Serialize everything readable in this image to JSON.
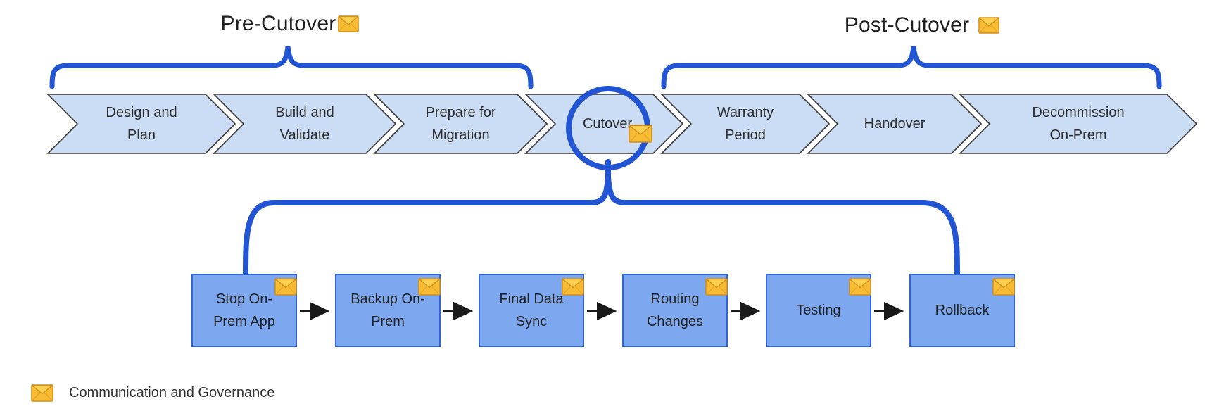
{
  "titles": {
    "pre": "Pre-Cutover",
    "post": "Post-Cutover",
    "pre_icon": "envelope-icon",
    "post_icon": "envelope-icon"
  },
  "phases": [
    {
      "label": "Design and\nPlan",
      "group": "pre-cutover"
    },
    {
      "label": "Build and\nValidate",
      "group": "pre-cutover"
    },
    {
      "label": "Prepare for\nMigration",
      "group": "pre-cutover"
    },
    {
      "label": "Cutover",
      "group": "cutover",
      "highlighted": true,
      "icon": "envelope-icon"
    },
    {
      "label": "Warranty\nPeriod",
      "group": "post-cutover"
    },
    {
      "label": "Handover",
      "group": "post-cutover"
    },
    {
      "label": "Decommission\nOn-Prem",
      "group": "post-cutover"
    }
  ],
  "cutover_steps": [
    {
      "label": "Stop On-\nPrem App",
      "icon": "envelope-icon"
    },
    {
      "label": "Backup On-\nPrem",
      "icon": "envelope-icon"
    },
    {
      "label": "Final Data\nSync",
      "icon": "envelope-icon"
    },
    {
      "label": "Routing\nChanges",
      "icon": "envelope-icon"
    },
    {
      "label": "Testing",
      "icon": "envelope-icon"
    },
    {
      "label": "Rollback",
      "icon": "envelope-icon"
    }
  ],
  "legend": {
    "icon": "envelope-icon",
    "label": "Communication and Governance"
  },
  "colors": {
    "accent_blue": "#2255d4",
    "chevron_fill": "#cbdcf5",
    "chevron_stroke": "#383838",
    "step_box_fill": "#7da7ee",
    "step_box_border": "#2f62dd",
    "envelope_body": "#f7bc33",
    "envelope_flap": "#fbd04f",
    "envelope_outline": "#cf8f1e",
    "arrow_color": "#1a1a1a"
  }
}
